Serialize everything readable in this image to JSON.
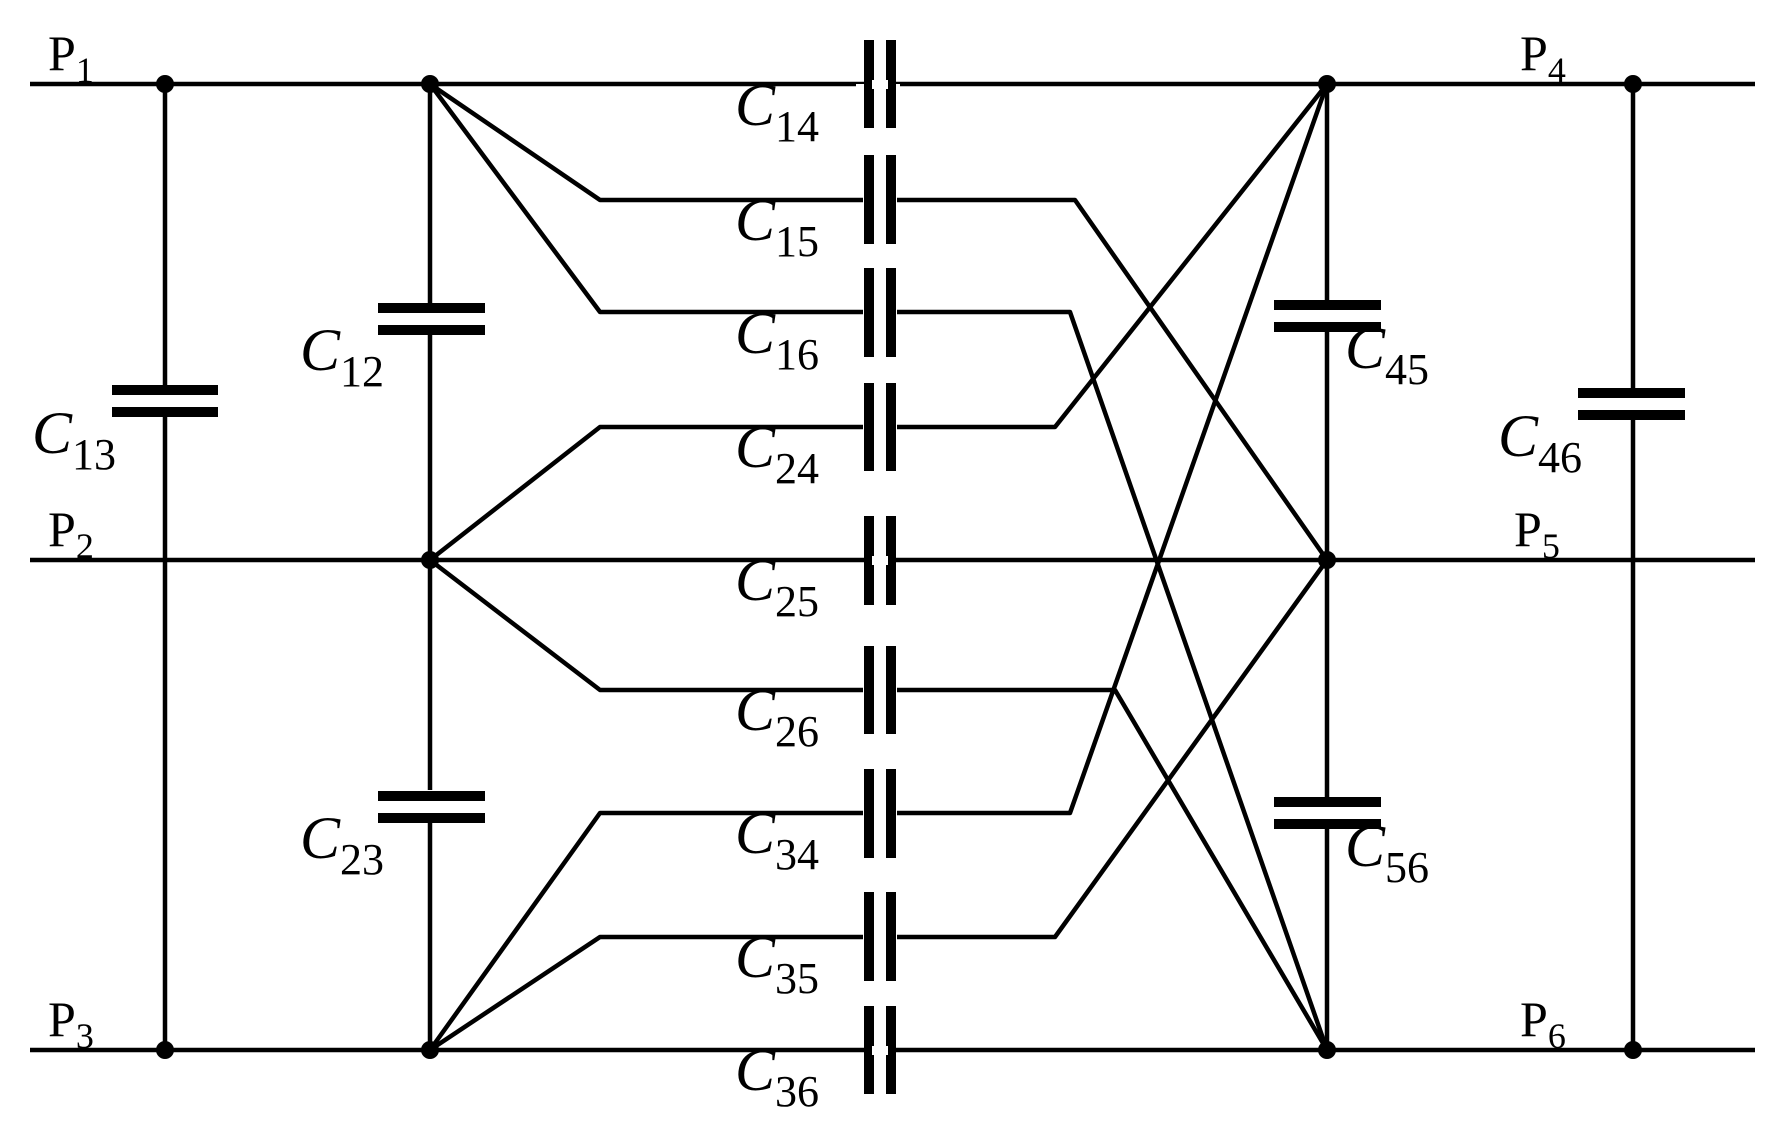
{
  "ports": [
    {
      "id": "P1",
      "base": "P",
      "sub": "1"
    },
    {
      "id": "P2",
      "base": "P",
      "sub": "2"
    },
    {
      "id": "P3",
      "base": "P",
      "sub": "3"
    },
    {
      "id": "P4",
      "base": "P",
      "sub": "4"
    },
    {
      "id": "P5",
      "base": "P",
      "sub": "5"
    },
    {
      "id": "P6",
      "base": "P",
      "sub": "6"
    }
  ],
  "capacitors": [
    {
      "id": "C13",
      "base": "C",
      "sub": "13"
    },
    {
      "id": "C12",
      "base": "C",
      "sub": "12"
    },
    {
      "id": "C23",
      "base": "C",
      "sub": "23"
    },
    {
      "id": "C14",
      "base": "C",
      "sub": "14"
    },
    {
      "id": "C15",
      "base": "C",
      "sub": "15"
    },
    {
      "id": "C16",
      "base": "C",
      "sub": "16"
    },
    {
      "id": "C24",
      "base": "C",
      "sub": "24"
    },
    {
      "id": "C25",
      "base": "C",
      "sub": "25"
    },
    {
      "id": "C26",
      "base": "C",
      "sub": "26"
    },
    {
      "id": "C34",
      "base": "C",
      "sub": "34"
    },
    {
      "id": "C35",
      "base": "C",
      "sub": "35"
    },
    {
      "id": "C36",
      "base": "C",
      "sub": "36"
    },
    {
      "id": "C45",
      "base": "C",
      "sub": "45"
    },
    {
      "id": "C46",
      "base": "C",
      "sub": "46"
    },
    {
      "id": "C56",
      "base": "C",
      "sub": "56"
    }
  ],
  "colors": {
    "ink": "#000000",
    "background": "#ffffff"
  }
}
